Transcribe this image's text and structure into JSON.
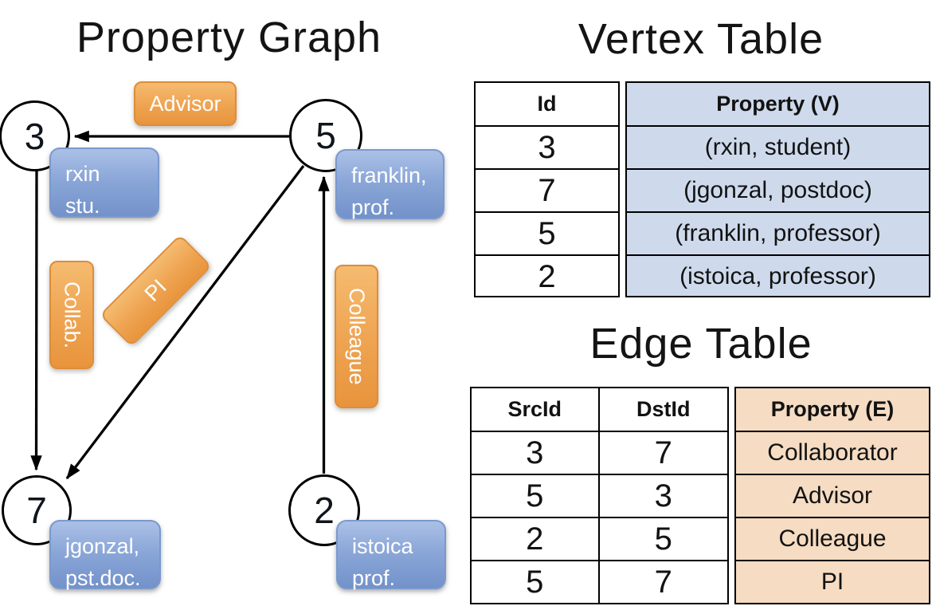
{
  "titles": {
    "graph": "Property Graph",
    "vertex_table": "Vertex Table",
    "edge_table": "Edge Table"
  },
  "graph": {
    "vertices": [
      {
        "id": "3",
        "line1": "rxin",
        "line2": "stu."
      },
      {
        "id": "5",
        "line1": "franklin,",
        "line2": "prof."
      },
      {
        "id": "7",
        "line1": "jgonzal,",
        "line2": "pst.doc."
      },
      {
        "id": "2",
        "line1": "istoica",
        "line2": "prof."
      }
    ],
    "edge_labels": {
      "advisor": "Advisor",
      "collab": "Collab.",
      "pi": "PI",
      "colleague": "Colleague"
    },
    "edges": [
      {
        "from": "5",
        "to": "3",
        "label": "Advisor"
      },
      {
        "from": "3",
        "to": "7",
        "label": "Collab."
      },
      {
        "from": "5",
        "to": "7",
        "label": "PI"
      },
      {
        "from": "2",
        "to": "5",
        "label": "Colleague"
      }
    ]
  },
  "vertex_table": {
    "columns": [
      "Id",
      "Property (V)"
    ],
    "rows": [
      [
        "3",
        "(rxin, student)"
      ],
      [
        "7",
        "(jgonzal, postdoc)"
      ],
      [
        "5",
        "(franklin, professor)"
      ],
      [
        "2",
        "(istoica, professor)"
      ]
    ]
  },
  "edge_table": {
    "columns": [
      "SrcId",
      "DstId",
      "Property (E)"
    ],
    "rows": [
      [
        "3",
        "7",
        "Collaborator"
      ],
      [
        "5",
        "3",
        "Advisor"
      ],
      [
        "2",
        "5",
        "Colleague"
      ],
      [
        "5",
        "7",
        "PI"
      ]
    ]
  },
  "colors": {
    "vertex_property_fill": "#cedaec",
    "edge_property_fill": "#f5dcc2",
    "node_box_blue": "#7392ca",
    "edge_label_orange": "#e8943c",
    "line_black": "#000000"
  }
}
